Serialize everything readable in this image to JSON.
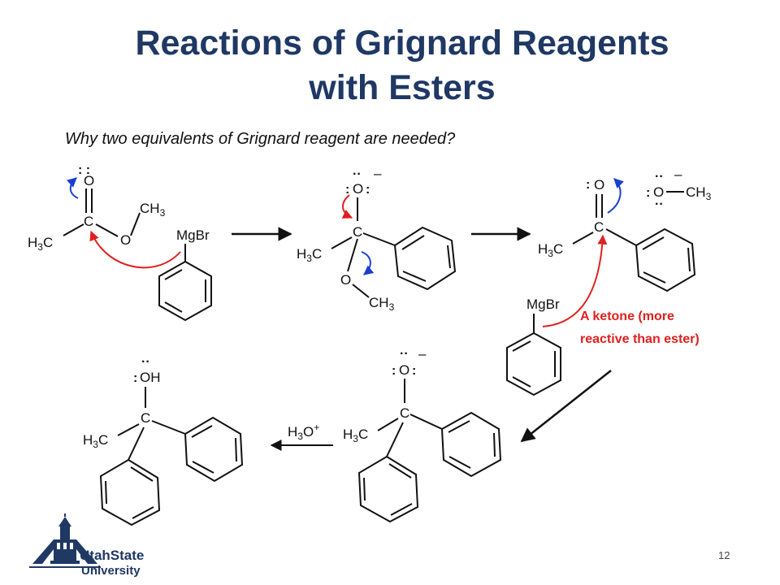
{
  "slide": {
    "title_line1": "Reactions of Grignard Reagents",
    "title_line2": "with Esters",
    "subtitle": "Why two equivalents of Grignard reagent are needed?",
    "page_number": "12"
  },
  "labels": {
    "O": "O",
    "C": "C",
    "OH": "OH",
    "H": "H",
    "CH": "CH",
    "three": "3",
    "MgBr": "MgBr",
    "minus": "–",
    "h3o_H": "H",
    "h3o_3": "3",
    "h3o_O": "O",
    "h3o_plus": "+"
  },
  "annotation": {
    "line1": "A ketone (more",
    "line2": "reactive than ester)"
  },
  "logo": {
    "line1": "UtahState",
    "line2": "University"
  },
  "colors": {
    "title": "#1f3864",
    "red_arrow": "#e02020",
    "blue_arrow": "#1a3fd0"
  }
}
